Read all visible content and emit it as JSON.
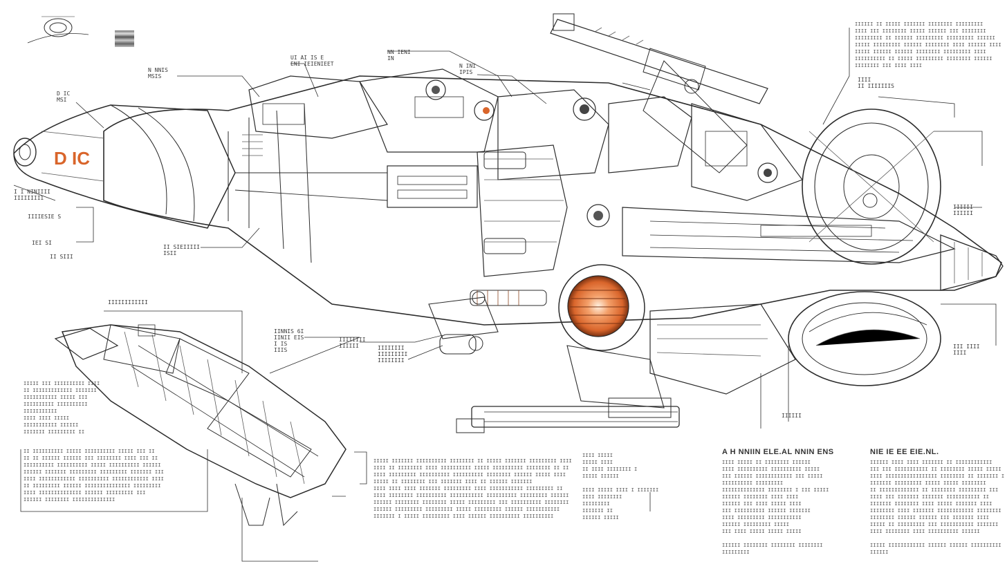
{
  "nose_marking": "D IC",
  "callouts": [
    {
      "id": "c1",
      "lines": [
        "D IC",
        "MSI"
      ]
    },
    {
      "id": "c2",
      "lines": [
        "N NNIS",
        "MSIS"
      ]
    },
    {
      "id": "c3",
      "lines": [
        "UI AI IS E",
        "ENI IEIENIEET"
      ]
    },
    {
      "id": "c4",
      "lines": [
        "N INI",
        "IPIS"
      ]
    },
    {
      "id": "c5",
      "lines": [
        "NN IENI",
        "IN"
      ]
    },
    {
      "id": "c6",
      "lines": [
        "IIIIESIE S"
      ]
    },
    {
      "id": "c7",
      "lines": [
        "II SIEIIIII",
        "ISII"
      ]
    },
    {
      "id": "c8",
      "lines": [
        "IEI SI"
      ]
    },
    {
      "id": "c9",
      "lines": [
        "II SIII"
      ]
    },
    {
      "id": "c10",
      "lines": [
        "I I NINIIII",
        "IIIIIIIII"
      ]
    },
    {
      "id": "c11",
      "lines": [
        "IINNIS 6I",
        "IINII EIS",
        "I IS",
        "IIIS"
      ]
    },
    {
      "id": "c12",
      "lines": [
        "IIIIIIII",
        "IIIIII"
      ]
    },
    {
      "id": "c13",
      "lines": [
        "IIIIIIII",
        "IIIIIIIII",
        "IIIIIIII"
      ]
    },
    {
      "id": "c14",
      "lines": [
        "IIII",
        "II IIIIIIIS"
      ]
    },
    {
      "id": "c15",
      "lines": [
        "IIIIII",
        "IIIIII"
      ]
    },
    {
      "id": "c16",
      "lines": [
        "III IIII",
        "IIII"
      ]
    },
    {
      "id": "c17",
      "lines": [
        "IIIIII"
      ]
    },
    {
      "id": "c18",
      "lines": [
        "IIIIIIIIIIII"
      ]
    }
  ],
  "text_blocks": [
    {
      "id": "top-right",
      "title": "",
      "lines": [
        "IIIIII II IIIII IIIIIII IIIIIIII IIIIIIIII",
        "IIII III IIIIIIII IIIII IIIIII III IIIIIIII",
        "IIIIIIIII II IIIIII IIIIIIIII IIIIIIIII IIIIII",
        "IIIII IIIIIIIII IIIIII IIIIIIII IIII IIIIII IIII",
        "IIIII IIIIII IIIIII IIIIIIII IIIIIIIII IIII",
        "IIIIIIIIII II IIIII IIIIIIIII IIIIIIII IIIIII",
        "IIIIIIII III IIII IIII"
      ]
    },
    {
      "id": "left-mid",
      "title": "",
      "lines": [
        "IIIII III IIIIIIIIII IIII",
        "II IIIIIIIIIIIII IIIIIII",
        "IIIIIIIIIII IIIII III",
        "IIIIIIIIII IIIIIIIIII",
        "IIIIIIIIIII",
        "IIII IIII IIIII",
        "IIIIIIIIIII IIIIII",
        "IIIIIII IIIIIIIII II"
      ]
    },
    {
      "id": "bottom-left",
      "title": "",
      "lines": [
        "II IIIIIIIIII IIIII IIIIIIIIII IIIII III II",
        "II II IIIIII IIIIII III IIIIIIII IIII III II",
        "IIIIIIIIII IIIIIIIIII IIIII IIIIIIIIII IIIIII",
        "IIIIII IIIIIII IIIIIIIII IIIIIIIII IIIIIII III",
        "IIII IIIIIIIIIIII IIIIIIIIII IIIIIIIIIIII IIII",
        "II IIIIIIIII IIIIII IIIIIIIIIIIIIII IIIIIIIII",
        "IIII IIIIIIIIIIIIII IIIIII IIIIIIIII III",
        "IIIIII IIIIIIII IIIIIIIIIIIIII"
      ]
    },
    {
      "id": "bottom-center",
      "title": "",
      "lines": [
        "IIIII IIIIIII IIIIIIIIII IIIIIIII II IIIII IIIIIII IIIIIIIII IIII",
        "IIII II IIIIIIII IIII IIIIIIIIII IIIII IIIIIIIIII IIIIIIII II II",
        "IIII IIIIIIIII IIIIIIIIII IIIIIIIIII IIIIIIII IIIIII IIIII IIII",
        "IIIII II IIIIIIII III IIIIIII IIII II IIIIII IIIIIII",
        "IIII IIII IIII IIIIIII IIIIIIIII IIII IIIIIIIIIII IIIIIIIII II",
        "IIII IIIIIIII IIIIIIIIII IIIIIIIIIII IIIIIIIIII IIIIIIIII IIIIII",
        "IIIIII IIIIIIII IIIIIIII IIIII IIIIIIIII III IIIIIIIIII IIIIIIII",
        "IIIIII IIIIIIIII IIIIIIIII IIIII IIIIIIIII IIIIII IIIIIIIIIII",
        "IIIIIII I IIIII IIIIIIIII IIII IIIIII IIIIIIIIII IIIIIIIIII"
      ]
    },
    {
      "id": "mid-small",
      "title": "",
      "lines": [
        "IIII IIIII",
        "IIIII IIII",
        "II IIII IIIIIIII I",
        "IIIII IIIIII",
        "",
        "IIII IIIII  IIII  I  IIIIIII",
        "IIII IIIIIIII",
        "IIIIIIIII",
        "IIIIIII II",
        "IIIIII  IIIII"
      ]
    },
    {
      "id": "right-a",
      "title": "A H NNIIN ELE.AL NNIN ENS",
      "lines": [
        "IIII IIIII II IIIIIIII IIIIII",
        "IIII IIIIIIIIII IIIIIIIIII IIIII",
        "III IIIIII IIIIIIIIIIII III IIIII",
        "IIIIIIIIII IIIIIIIII",
        "IIIIIIIIIIIIII IIIIIIII I III IIIII",
        "IIIIII IIIIIIII IIII IIII",
        "IIIIII III IIII IIIII IIII",
        "III IIIIIIIIII IIIIII IIIIIII",
        "IIII IIIIIIIII IIIIIIIIIII",
        "IIIIII IIIIIIIII IIIII",
        "III IIII IIIII IIIII IIIII",
        "",
        "IIIIII IIIIIIII IIIIIIII IIIIIIII",
        "IIIIIIIII"
      ]
    },
    {
      "id": "right-b",
      "title": "NIE IE EE EIE.NL.",
      "lines": [
        "IIIIII IIII IIII IIIIIII II IIIIIIIIIIII",
        "III III IIIIIIIIIII II IIIIIIII IIIII IIIII",
        "IIII IIIIIIIIIIIIIIIII IIIIIIII II IIIIIII I",
        "IIIIIII IIIIIIIII IIIII IIIII IIIIIIII",
        "II IIIIIIIIIIIII II IIIIIIII IIIIIIIII III",
        "IIII III IIIIIII IIIIIII IIIIIIIIIII II",
        "IIIIIII IIIIIIII IIII IIIII IIIIIII IIII",
        "IIIIIIII IIII IIIIIII IIIIIIIIIIII IIIIIIII",
        "IIIIIIII IIIIII IIIIII III IIIIIII IIII",
        "IIIII II IIIIIIIII III IIIIIIIIIII IIIIIII",
        "IIII IIIIIIII IIII IIIIIIIIII IIIIII",
        "",
        "IIIII IIIIIIIIIIII IIIIII IIIIII IIIIIIIIII",
        "IIIIII"
      ]
    }
  ],
  "colors": {
    "accent_orange": "#d9652b",
    "ink": "#2b2b2b",
    "metal_light": "#e6e6e6",
    "metal_mid": "#a8a8a8",
    "metal_dark": "#4a4a4a"
  }
}
